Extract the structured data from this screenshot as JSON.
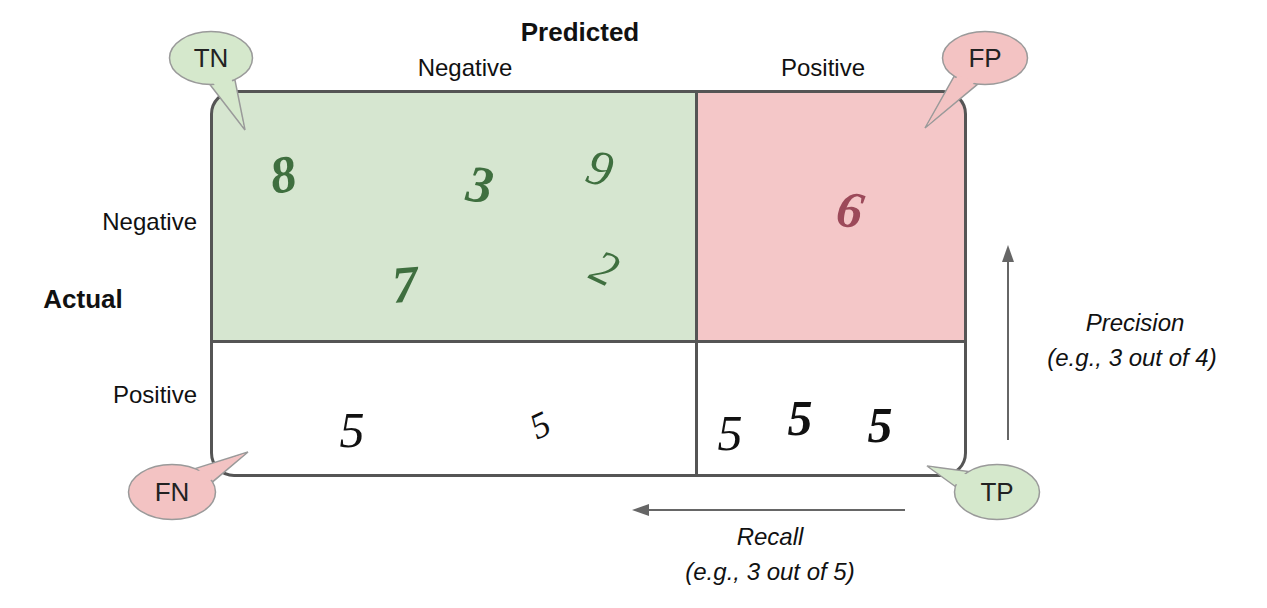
{
  "diagram": {
    "nodes": [
      {
        "text": [
          "TN"
        ]
      },
      {
        "text": [
          "FP"
        ]
      },
      {
        "text": [
          "8",
          "3",
          "9",
          "7",
          "2"
        ]
      },
      {
        "text": [
          "6"
        ]
      },
      {
        "text": [
          "5",
          "5"
        ]
      },
      {
        "text": [
          "5",
          "5",
          "5"
        ]
      },
      {
        "text": [
          "FN"
        ]
      },
      {
        "text": [
          "TP"
        ]
      }
    ],
    "labels": [
      "Predicted",
      "Negative",
      "Positive",
      "Negative",
      "Actual",
      "Positive",
      "Precision",
      "(e.g., 3 out of 4)",
      "Recall",
      "(e.g., 3 out of 5)"
    ]
  }
}
